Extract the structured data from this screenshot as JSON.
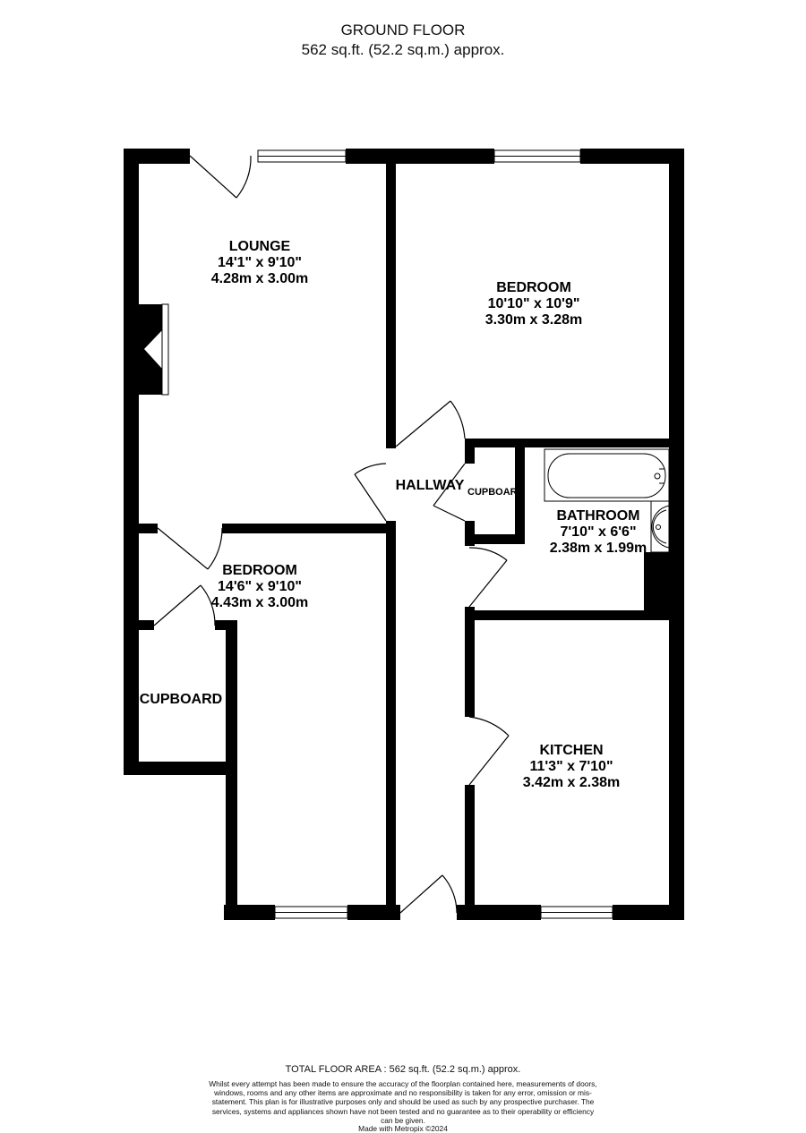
{
  "header": {
    "title": "GROUND FLOOR",
    "area": "562 sq.ft. (52.2 sq.m.) approx."
  },
  "rooms": {
    "lounge": {
      "name": "LOUNGE",
      "imperial": "14'1\"  x 9'10\"",
      "metric": "4.28m  x 3.00m"
    },
    "bedroom1": {
      "name": "BEDROOM",
      "imperial": "10'10\"  x 10'9\"",
      "metric": "3.30m  x 3.28m"
    },
    "hallway": {
      "name": "HALLWAY"
    },
    "cupboard_hall": {
      "name": "CUPBOARD"
    },
    "bathroom": {
      "name": "BATHROOM",
      "imperial": "7'10\"  x 6'6\"",
      "metric": "2.38m  x 1.99m"
    },
    "bedroom2": {
      "name": "BEDROOM",
      "imperial": "14'6\"  x 9'10\"",
      "metric": "4.43m  x 3.00m"
    },
    "cupboard": {
      "name": "CUPBOARD"
    },
    "kitchen": {
      "name": "KITCHEN",
      "imperial": "11'3\"  x 7'10\"",
      "metric": "3.42m  x 2.38m"
    }
  },
  "footer": {
    "total": "TOTAL FLOOR AREA : 562 sq.ft. (52.2 sq.m.) approx.",
    "disclaimer": "Whilst every attempt has been made to ensure the accuracy of the floorplan contained here, measurements of doors, windows, rooms and any other items are approximate and no responsibility is taken for any error, omission or mis-statement. This plan is for illustrative purposes only and should be used as such by any prospective purchaser. The services, systems and appliances shown have not been tested and no guarantee as to their operability or efficiency can be given.",
    "made_with": "Made with Metropix ©2024"
  },
  "colors": {
    "wall": "#000000",
    "background": "#ffffff"
  }
}
